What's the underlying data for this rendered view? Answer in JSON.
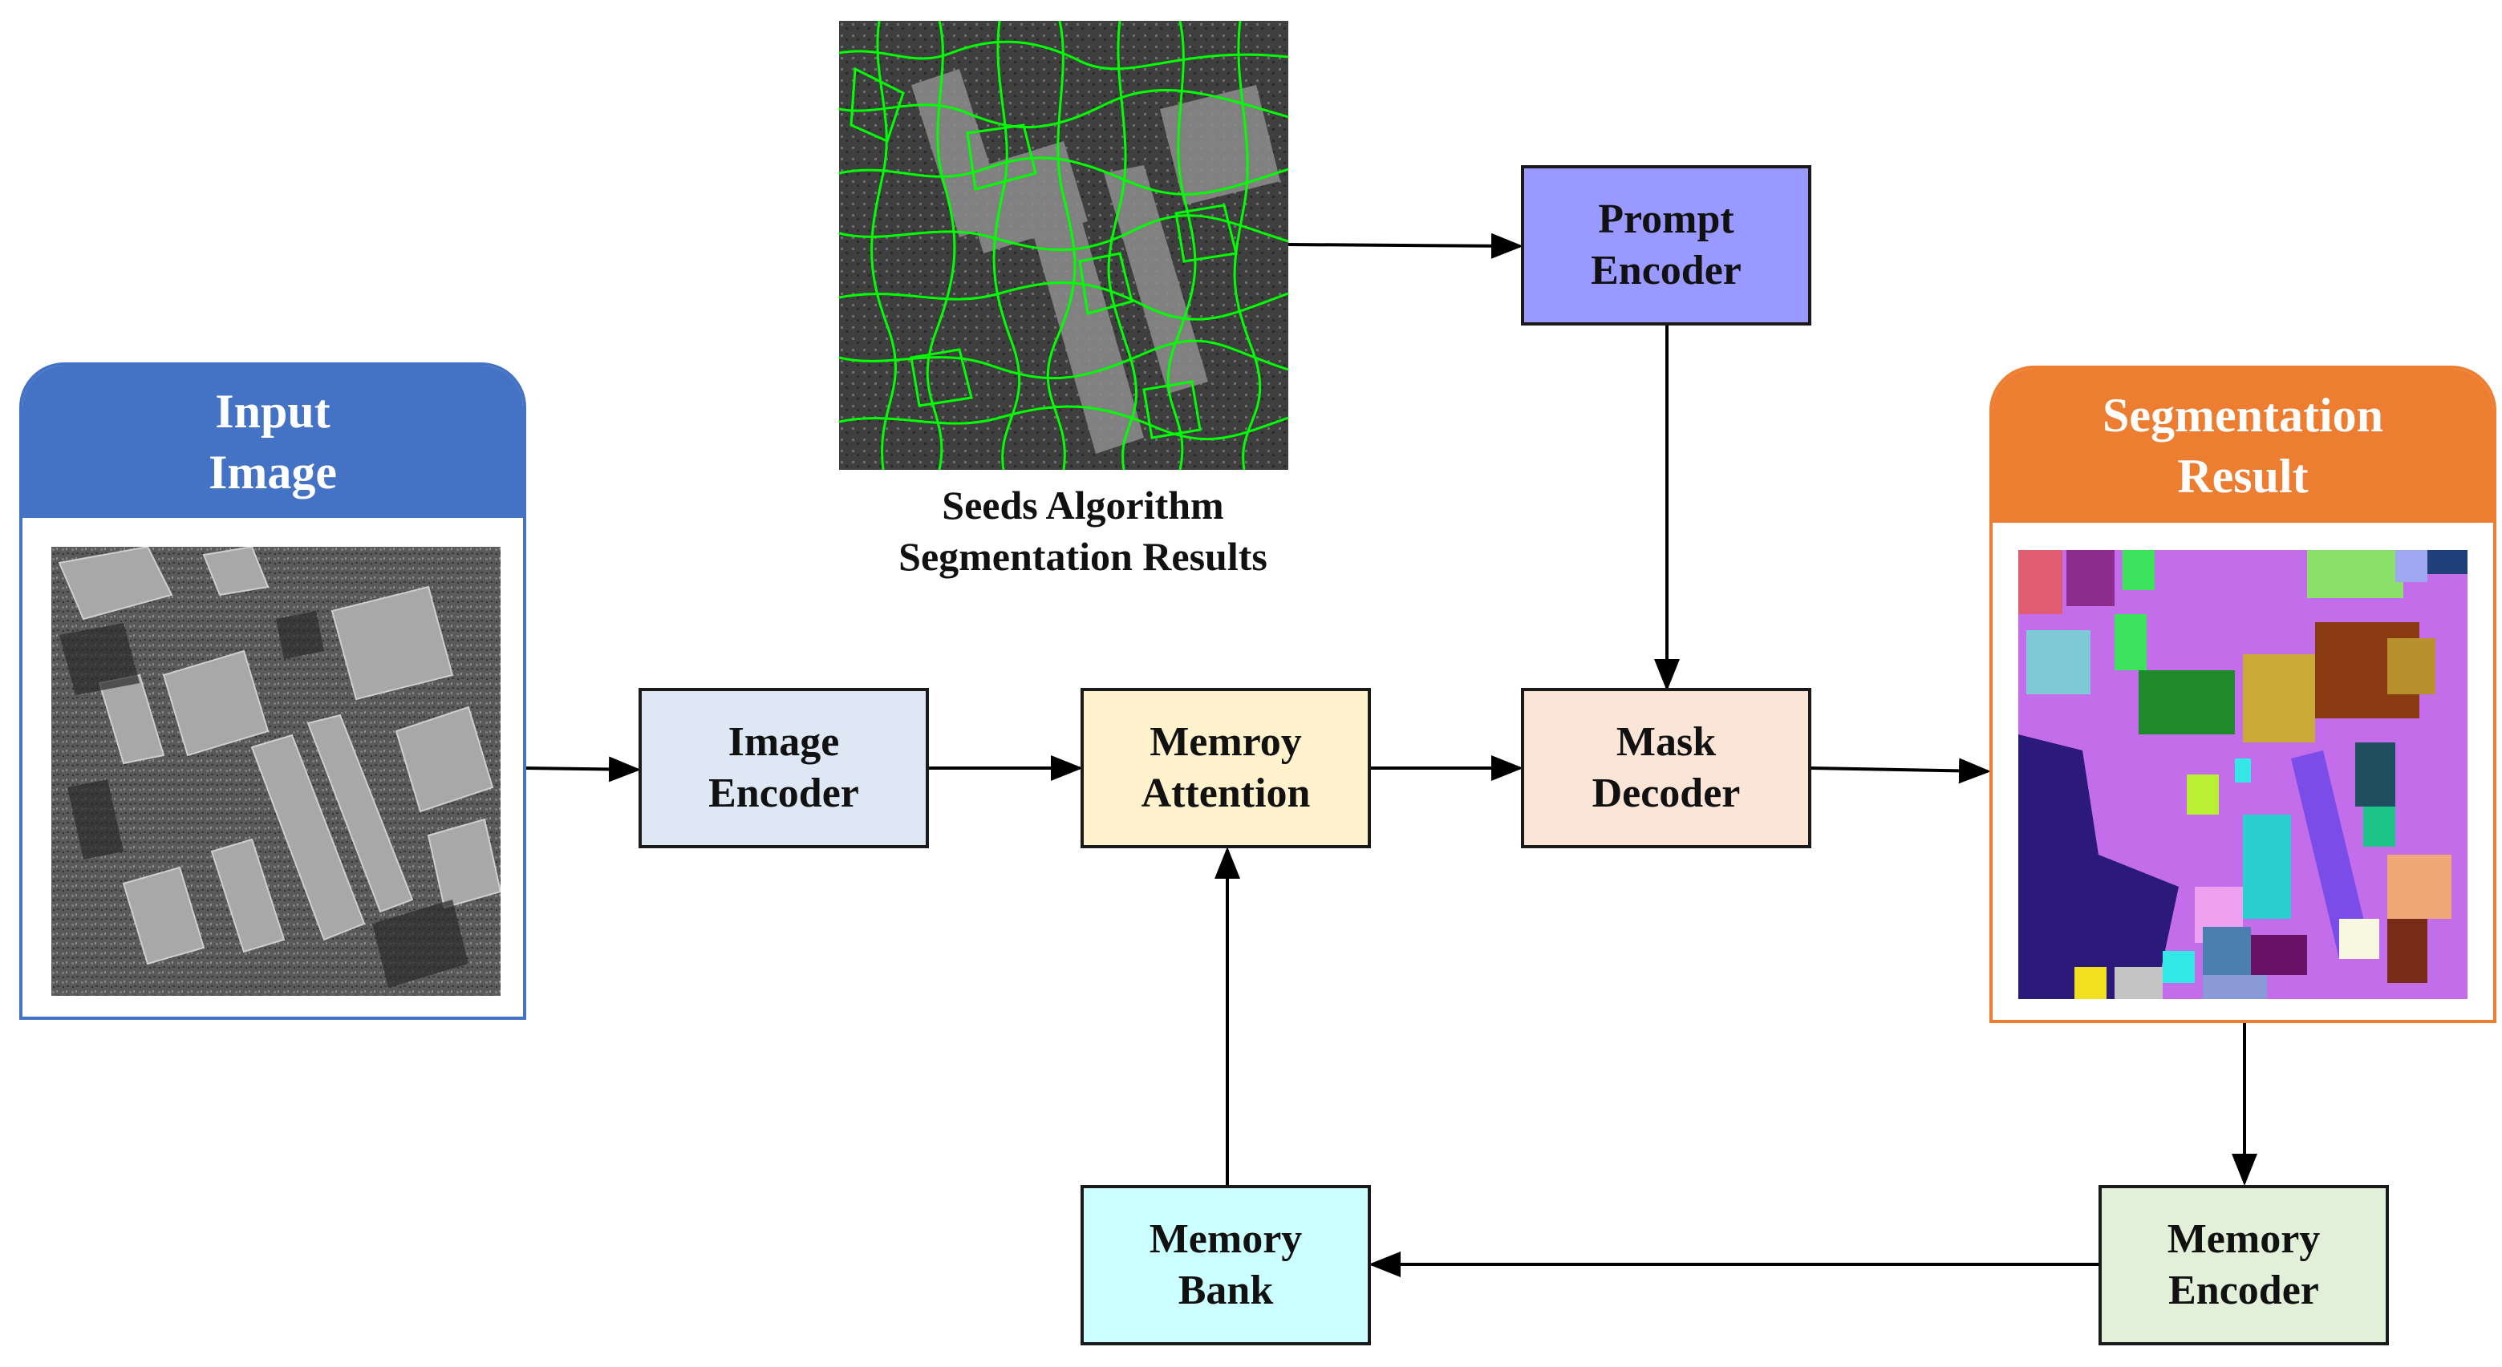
{
  "input_panel": {
    "title_line1": "Input",
    "title_line2": "Image",
    "color": "#4472C4"
  },
  "result_panel": {
    "title_line1": "Segmentation",
    "title_line2": "Result",
    "color": "#ED7D31"
  },
  "seeds": {
    "caption_line1": "Seeds Algorithm",
    "caption_line2": "Segmentation Results",
    "contour_color": "#00FF00"
  },
  "boxes": {
    "prompt_encoder": {
      "line1": "Prompt",
      "line2": "Encoder",
      "fill": "#9999FF"
    },
    "image_encoder": {
      "line1": "Image",
      "line2": "Encoder",
      "fill": "#DEE8F5"
    },
    "memory_attention": {
      "line1": "Memroy",
      "line2": "Attention",
      "fill": "#FFF2CC"
    },
    "mask_decoder": {
      "line1": "Mask",
      "line2": "Decoder",
      "fill": "#FBE5D6"
    },
    "memory_bank": {
      "line1": "Memory",
      "line2": "Bank",
      "fill": "#CCFFFF"
    },
    "memory_encoder": {
      "line1": "Memory",
      "line2": "Encoder",
      "fill": "#E2F0D9"
    }
  }
}
